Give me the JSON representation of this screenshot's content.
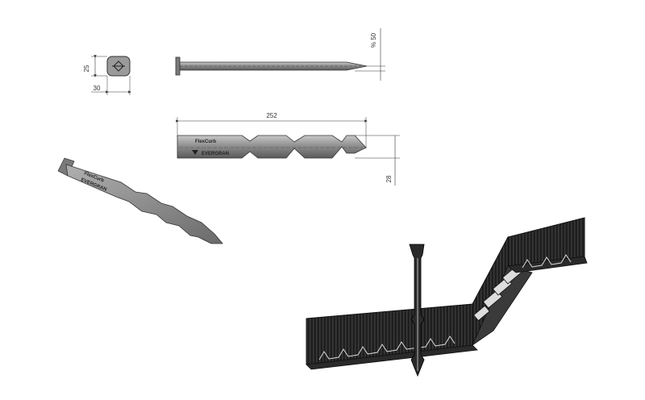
{
  "dimensions": {
    "head_height": "25",
    "head_width": "30",
    "tip_offset": "% 50",
    "length": "252",
    "blade_height": "28"
  },
  "branding": {
    "product_name": "FlexCurb",
    "maker_name": "EVERGRAN"
  },
  "colors": {
    "line": "#333333",
    "part_fill": "#8a8a8a",
    "part_dark": "#4a4a4a",
    "edging_dark": "#1e1e1e",
    "background": "#ffffff"
  }
}
